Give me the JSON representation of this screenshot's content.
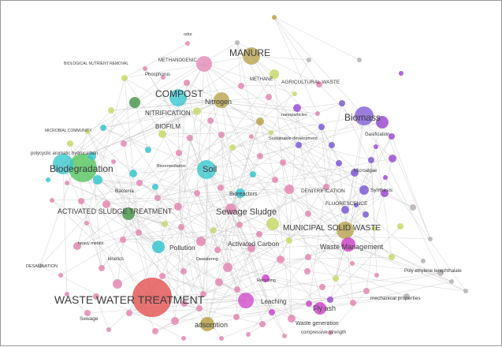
{
  "figure": {
    "colors": {
      "edge": "#c8c8c8",
      "red": "#e14b4b",
      "green": "#4fc45a",
      "teal": "#37c6cf",
      "purple": "#7d5ad6",
      "magenta": "#cf48c9",
      "olive": "#b6a24a",
      "pink": "#e488b3",
      "lime": "#c9d86b",
      "darkgreen": "#4c9a4f",
      "violet": "#9b4ed1",
      "gray": "#b7b0b0"
    }
  },
  "labels": {
    "wwt": "WASTE WATER TREATMENT",
    "biodegradation": "Biodegradation",
    "compost": "COMPOST",
    "manure": "MANURE",
    "biomass": "Biomass",
    "sewage_sludge": "Sewage Sludge",
    "msw": "MUNICIPAL SOLID WASTE",
    "activated_sludge": "ACTIVATED SLUDGE TREATMENT",
    "soil": "Soil",
    "nitrogen": "Nitrogen",
    "nitrification": "NITRIFICATION",
    "biofilm": "BIOFILM",
    "waste_management": "Waste Management",
    "activated_carbon": "Activated Carbon",
    "pollution": "Pollution",
    "adsorption": "adsorption",
    "leaching": "Leaching",
    "flyash": "Fly ash",
    "methanogenic": "METHANOGENIC",
    "methane": "METHANE",
    "agricultural_waste": "AGRICULTURAL WASTE",
    "biological_nutrient_removal": "BIOLOGICAL NUTRIENT REMOVAL",
    "phosphorus": "Phosphorus",
    "bacteria": "Bacteria",
    "denitrification": "DENITRIFICATION",
    "fluorescence": "FLUORESCENCE",
    "waste_generation": "Waste generation",
    "compressive_strength": "compressive strength",
    "desalination": "DESALINATION",
    "polyethylene": "Poly ethylene terephthalate",
    "mechanical_properties": "mechanical properties",
    "sustainable_development": "Sustainable development",
    "polycyclic": "polycyclic aromatic hydrocarbon",
    "microbial": "MICROBIAL COMMUNITY",
    "bioreactors": "Bioreactors",
    "synthesis": "Synthesis",
    "microalgae": "Microalgae",
    "kinetics": "kinetics",
    "bioremediation": "Bioremediation",
    "heavy_metals": "heavy metals",
    "dewatering": "Dewatering",
    "recycling": "Recycling",
    "sewage": "Sewage",
    "gasification": "Gasification",
    "nanoparticles": "nanoparticles",
    "odor": "odor"
  }
}
